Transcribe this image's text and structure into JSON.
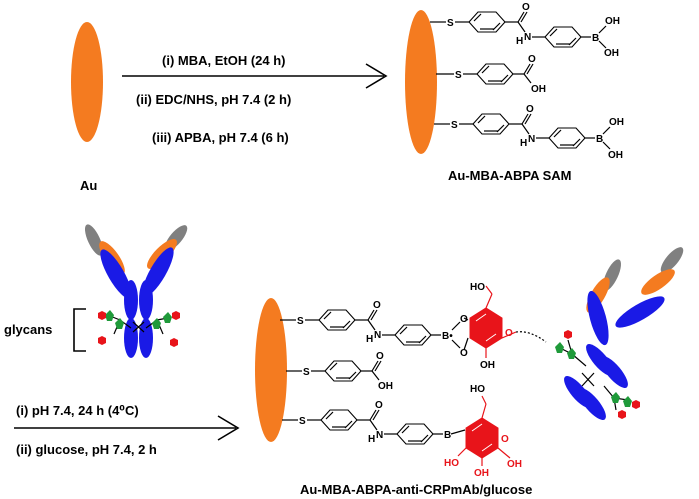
{
  "colors": {
    "gold": "#f47b20",
    "antibody_heavy": "#1a1ae6",
    "antibody_light": "#f47b20",
    "antibody_tip": "#808080",
    "glycan_red": "#e8141a",
    "glycan_green": "#1f9a3a",
    "glucose_red": "#e8141a"
  },
  "top": {
    "au_label": "Au",
    "steps": [
      "(i) MBA, EtOH (24 h)",
      "(ii) EDC/NHS, pH 7.4 (2 h)",
      "(iii) APBA, pH 7.4 (6 h)"
    ],
    "product_label": "Au-MBA-ABPA SAM"
  },
  "bottom": {
    "glycans_label": "glycans",
    "steps": [
      "(i) pH 7.4, 24 h (4⁰C)",
      "(ii) glucose, pH 7.4, 2 h"
    ],
    "product_label": "Au-MBA-ABPA-anti-CRPmAb/glucose"
  },
  "atoms": {
    "S": "S",
    "O": "O",
    "N": "N",
    "H": "H",
    "B": "B",
    "OH": "OH",
    "HO": "HO",
    "B_dot": "B•"
  }
}
